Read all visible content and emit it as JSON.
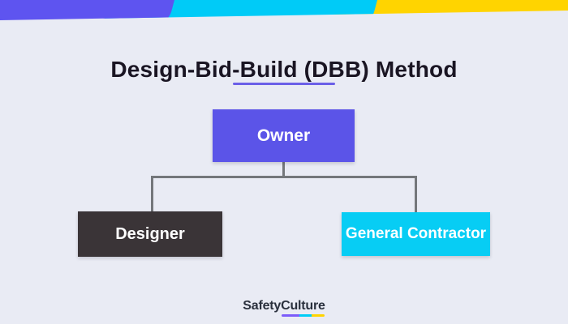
{
  "background_color": "#E9EBF4",
  "banner": {
    "segments": [
      {
        "name": "purple",
        "color": "#5E54F0"
      },
      {
        "name": "cyan",
        "color": "#00CBF7"
      },
      {
        "name": "yellow",
        "color": "#FFD400"
      }
    ]
  },
  "title": {
    "text": "Design-Bid-Build (DBB) Method",
    "underline_color": "#6B5FE8"
  },
  "diagram": {
    "type": "org-chart",
    "connector_color": "#74777B",
    "nodes": {
      "owner": {
        "label": "Owner",
        "color": "#5B54E8",
        "text_color": "#FFFFFF"
      },
      "designer": {
        "label": "Designer",
        "color": "#3A3437",
        "text_color": "#FFFFFF"
      },
      "general_contractor": {
        "label": "General Contractor",
        "color": "#07CDF4",
        "text_color": "#FFFFFF"
      }
    },
    "edges": [
      {
        "from": "Owner",
        "to": "Designer"
      },
      {
        "from": "Owner",
        "to": "General Contractor"
      }
    ]
  },
  "footer": {
    "logo": {
      "part1": "Safety",
      "part2": "Culture",
      "underline_colors": [
        "#7C5CFA",
        "#00CDF7",
        "#FFD400"
      ]
    }
  }
}
